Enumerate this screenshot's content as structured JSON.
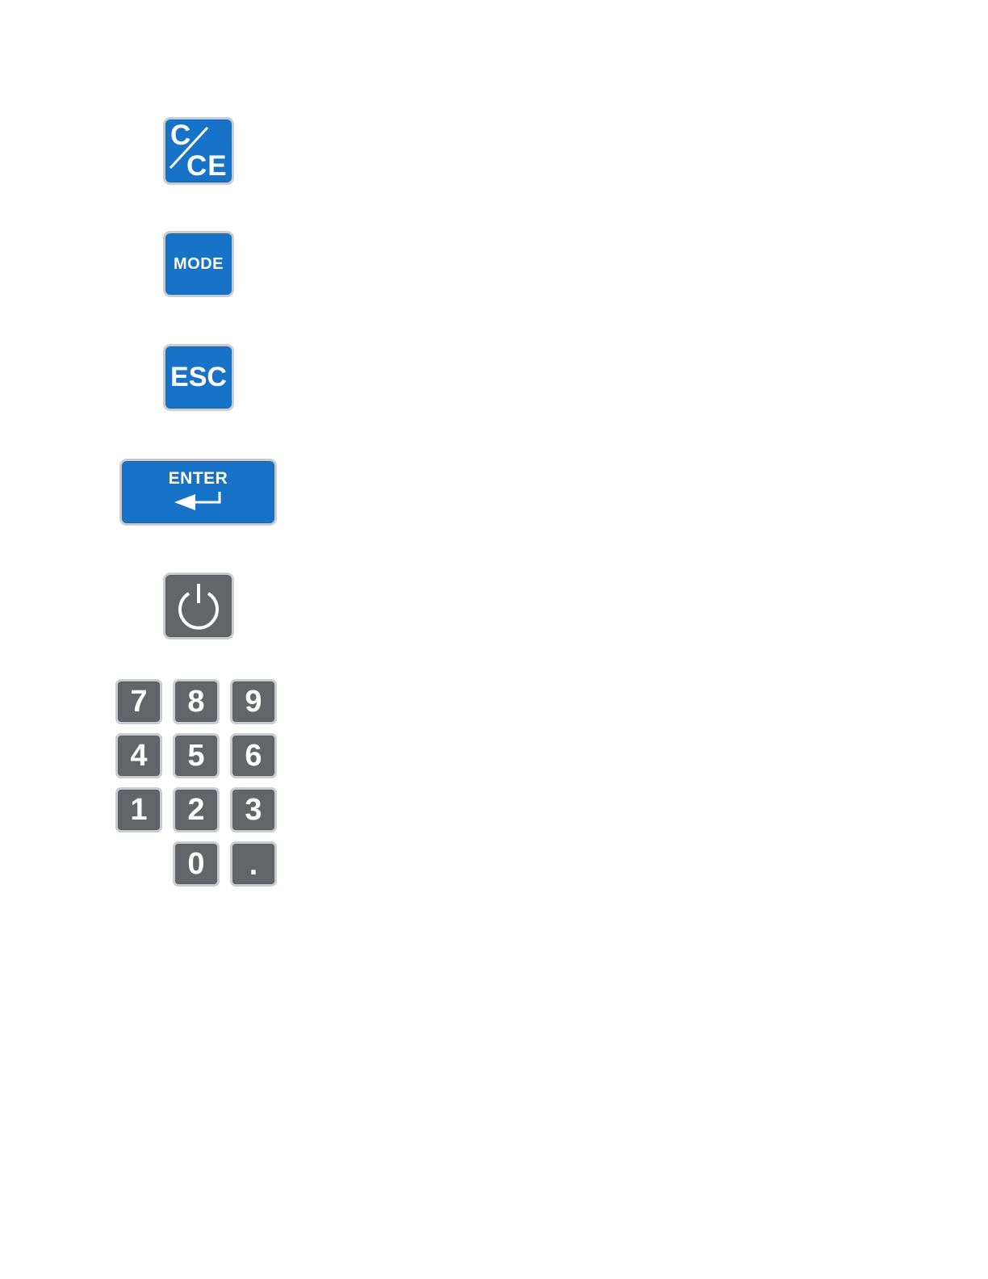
{
  "keys": {
    "cce": {
      "top": "C",
      "bottom": "CE"
    },
    "mode": "MODE",
    "esc": "ESC",
    "enter": {
      "label": "ENTER",
      "icon": "return-arrow-icon"
    },
    "power": {
      "icon": "power-icon"
    }
  },
  "numpad": {
    "k7": "7",
    "k8": "8",
    "k9": "9",
    "k4": "4",
    "k5": "5",
    "k6": "6",
    "k1": "1",
    "k2": "2",
    "k3": "3",
    "k0": "0",
    "dot": "."
  },
  "colors": {
    "blue_key": "#1673c8",
    "gray_key": "#636569",
    "key_border": "#c9ccd1"
  }
}
